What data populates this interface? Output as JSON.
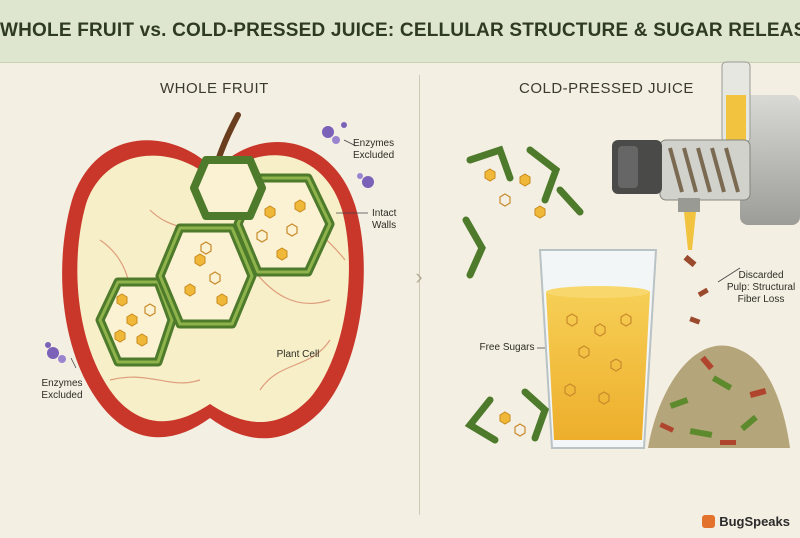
{
  "title": "WHOLE FRUIT vs. COLD-PRESSED JUICE: CELLULAR STRUCTURE & SUGAR RELEASE",
  "left_panel": {
    "heading": "WHOLE FRUIT",
    "labels": {
      "enzymes_excluded_top": "Enzymes Excluded",
      "intact_walls": "Intact Walls",
      "plant_cell": "Plant Cell",
      "enzymes_excluded_bottom": "Enzymes Excluded"
    }
  },
  "right_panel": {
    "heading": "COLD-PRESSED JUICE",
    "labels": {
      "free_sugars": "Free Sugars",
      "discarded_pulp": "Discarded Pulp: Structural Fiber Loss"
    }
  },
  "brand": "BugSpeaks",
  "colors": {
    "header_bg": "#dfe6cf",
    "apple_red": "#c8372a",
    "flesh": "#f7efc8",
    "cell_wall": "#4e7a2c",
    "sugar": "#f0b838",
    "juice": "#f3c44a",
    "enzyme": "#7b62b8"
  }
}
